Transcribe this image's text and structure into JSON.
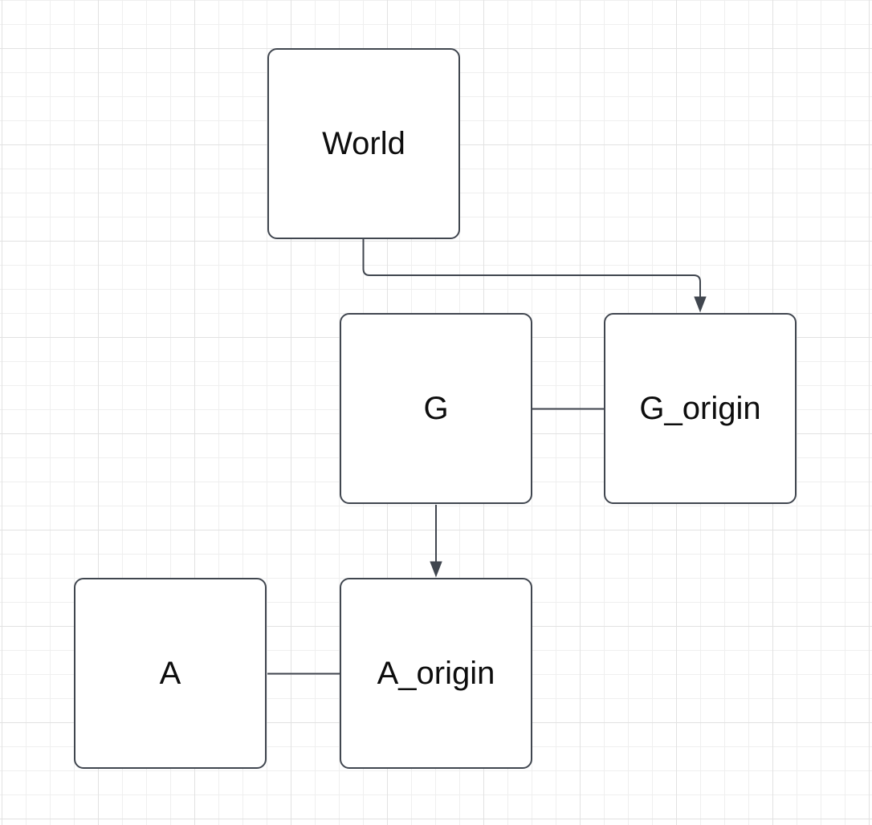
{
  "diagram": {
    "title": "coordinate-frames-diagram",
    "nodes": [
      {
        "id": "world",
        "label": "World"
      },
      {
        "id": "g",
        "label": "G"
      },
      {
        "id": "g_origin",
        "label": "G_origin"
      },
      {
        "id": "a",
        "label": "A"
      },
      {
        "id": "a_origin",
        "label": "A_origin"
      }
    ],
    "edges": [
      {
        "from": "World",
        "to": "G_origin",
        "style": "orthogonal",
        "arrowhead": "filled-triangle-at-target"
      },
      {
        "from": "G",
        "to": "G_origin",
        "style": "straight",
        "arrowhead": "none"
      },
      {
        "from": "G",
        "to": "A_origin",
        "style": "straight",
        "arrowhead": "filled-triangle-at-target"
      },
      {
        "from": "A",
        "to": "A_origin",
        "style": "straight",
        "arrowhead": "none"
      }
    ],
    "colors": {
      "node_fill": "#ffffff",
      "node_stroke": "#40464f",
      "edge_stroke": "#40464f",
      "label_text": "#0d0d0d",
      "grid_minor": "#efefef",
      "grid_major": "#e2e2e2",
      "background": "#ffffff"
    }
  }
}
